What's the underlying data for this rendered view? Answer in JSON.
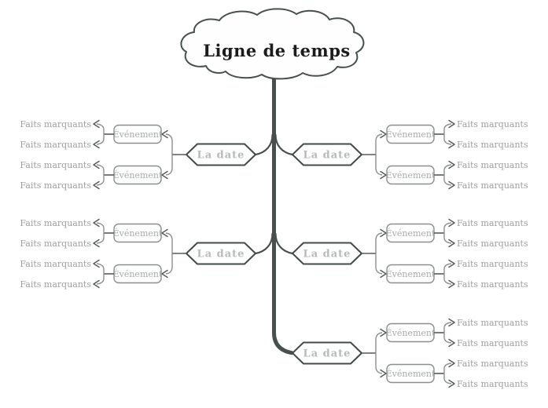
{
  "diagram": {
    "title": "Ligne de temps",
    "colors": {
      "background": "#ffffff",
      "trunk": "#47504d",
      "primary_border": "#434b49",
      "secondary_border": "#8b908f",
      "connector": "#8b908f",
      "arrow": "#555c5a",
      "title_text": "#1b1d1c",
      "date_text": "#b7bbba",
      "event_text": "#a8acab",
      "fact_text": "#9da1a0",
      "node_fill": "#fdfefd"
    },
    "branches": [
      {
        "id": "date-1-left",
        "side": "left",
        "row": 1,
        "label": "La date",
        "events": [
          {
            "label": "Événement",
            "facts": [
              "Faits marquants",
              "Faits marquants"
            ]
          },
          {
            "label": "Événement",
            "facts": [
              "Faits marquants",
              "Faits marquants"
            ]
          }
        ]
      },
      {
        "id": "date-1-right",
        "side": "right",
        "row": 1,
        "label": "La date",
        "events": [
          {
            "label": "Événement",
            "facts": [
              "Faits marquants",
              "Faits marquants"
            ]
          },
          {
            "label": "Événement",
            "facts": [
              "Faits marquants",
              "Faits marquants"
            ]
          }
        ]
      },
      {
        "id": "date-2-left",
        "side": "left",
        "row": 2,
        "label": "La date",
        "events": [
          {
            "label": "Événement",
            "facts": [
              "Faits marquants",
              "Faits marquants"
            ]
          },
          {
            "label": "Événement",
            "facts": [
              "Faits marquants",
              "Faits marquants"
            ]
          }
        ]
      },
      {
        "id": "date-2-right",
        "side": "right",
        "row": 2,
        "label": "La date",
        "events": [
          {
            "label": "Événement",
            "facts": [
              "Faits marquants",
              "Faits marquants"
            ]
          },
          {
            "label": "Événement",
            "facts": [
              "Faits marquants",
              "Faits marquants"
            ]
          }
        ]
      },
      {
        "id": "date-3-right",
        "side": "right",
        "row": 3,
        "label": "La date",
        "events": [
          {
            "label": "Événement",
            "facts": [
              "Faits marquants",
              "Faits marquants"
            ]
          },
          {
            "label": "Événement",
            "facts": [
              "Faits marquants",
              "Faits marquants"
            ]
          }
        ]
      }
    ]
  }
}
